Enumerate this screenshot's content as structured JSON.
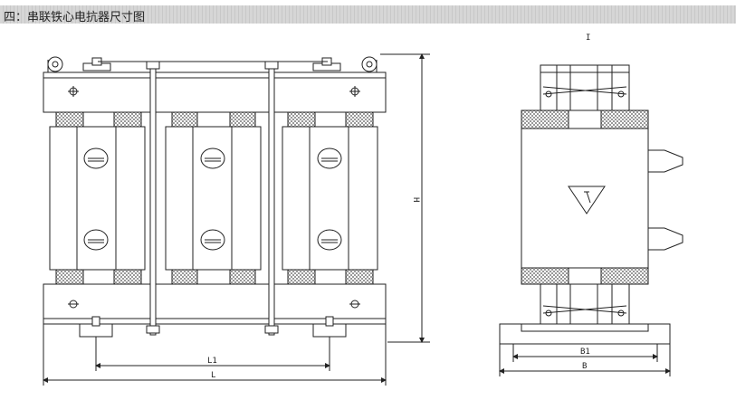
{
  "header": {
    "title": "四：串联铁心电抗器尺寸图"
  },
  "front_view": {
    "dims": {
      "height": "H",
      "inner_length": "L1",
      "length": "L"
    }
  },
  "side_view": {
    "dims": {
      "inner_width": "B1",
      "width": "B"
    },
    "top_mark": "I"
  }
}
